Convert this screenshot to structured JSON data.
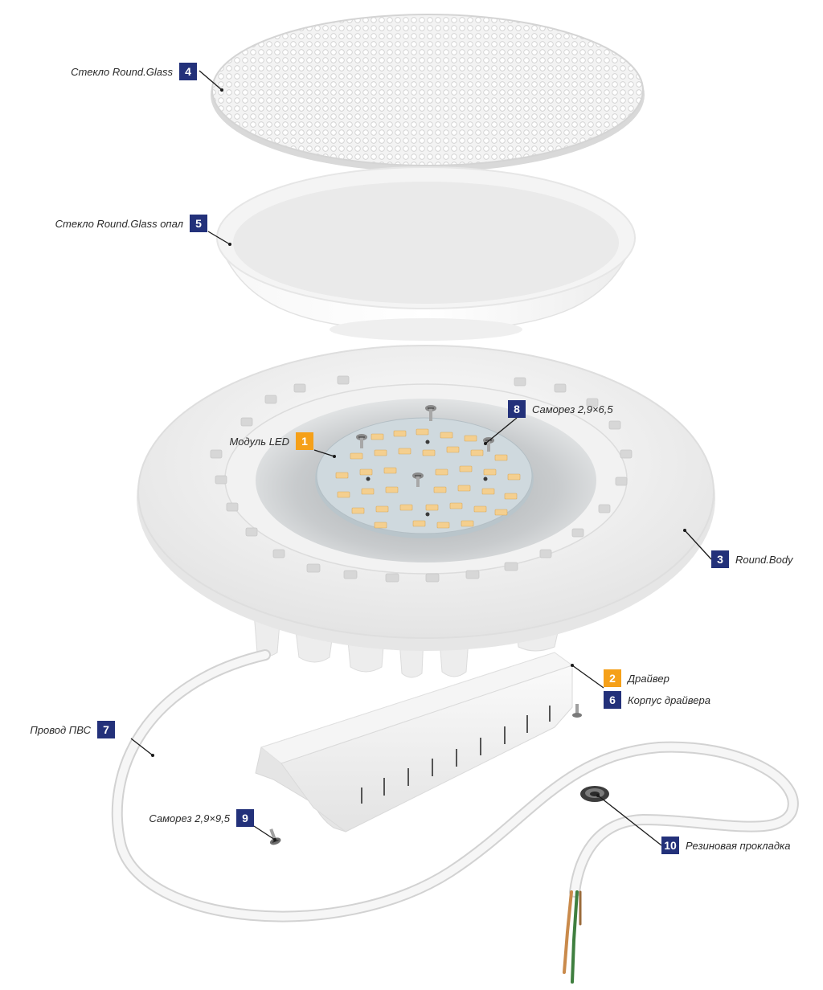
{
  "colors": {
    "badge_navy": "#23317a",
    "badge_orange": "#f5a019",
    "leader": "#1a1a1a"
  },
  "labels": [
    {
      "id": "glass",
      "number": "4",
      "text": "Стекло Round.Glass",
      "color": "navy"
    },
    {
      "id": "opal",
      "number": "5",
      "text": "Стекло Round.Glass опал",
      "color": "navy"
    },
    {
      "id": "screw1",
      "number": "8",
      "text": "Саморез 2,9×6,5",
      "color": "navy"
    },
    {
      "id": "led",
      "number": "1",
      "text": "Модуль LED",
      "color": "orange"
    },
    {
      "id": "body",
      "number": "3",
      "text": "Round.Body",
      "color": "navy"
    },
    {
      "id": "driver",
      "number": "2",
      "text": "Драйвер",
      "color": "orange"
    },
    {
      "id": "housing",
      "number": "6",
      "text": "Корпус драйвера",
      "color": "navy"
    },
    {
      "id": "wire",
      "number": "7",
      "text": "Провод ПВС",
      "color": "navy"
    },
    {
      "id": "screw2",
      "number": "9",
      "text": "Саморез 2,9×9,5",
      "color": "navy"
    },
    {
      "id": "gasket",
      "number": "10",
      "text": "Резиновая прокладка",
      "color": "navy"
    }
  ]
}
